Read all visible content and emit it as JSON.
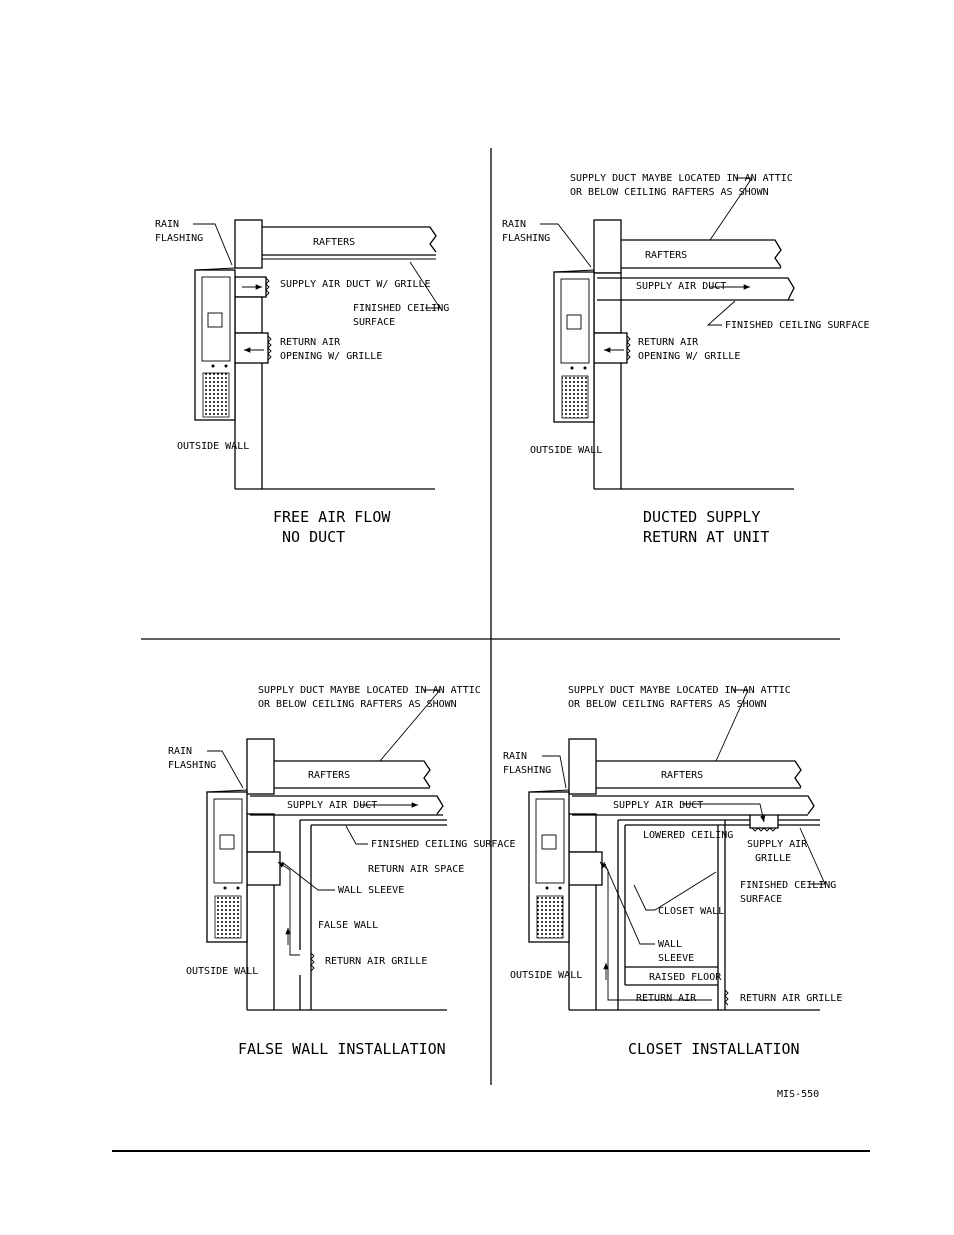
{
  "panels": {
    "p1": {
      "caption_line1": "FREE AIR FLOW",
      "caption_line2": "NO DUCT",
      "rain_flashing_1": "RAIN",
      "rain_flashing_2": "FLASHING",
      "rafters": "RAFTERS",
      "supply": "SUPPLY AIR DUCT W/ GRILLE",
      "finished_1": "FINISHED CEILING",
      "finished_2": "SURFACE",
      "return_1": "RETURN AIR",
      "return_2": "OPENING W/ GRILLE",
      "outside_wall": "OUTSIDE WALL"
    },
    "p2": {
      "caption_line1": "DUCTED SUPPLY",
      "caption_line2": "RETURN AT UNIT",
      "note_1": "SUPPLY DUCT MAYBE LOCATED IN AN ATTIC",
      "note_2": "OR BELOW CEILING RAFTERS AS SHOWN",
      "rain_flashing_1": "RAIN",
      "rain_flashing_2": "FLASHING",
      "rafters": "RAFTERS",
      "supply": "SUPPLY AIR DUCT",
      "finished": "FINISHED CEILING SURFACE",
      "return_1": "RETURN AIR",
      "return_2": "OPENING W/ GRILLE",
      "outside_wall": "OUTSIDE WALL"
    },
    "p3": {
      "caption": "FALSE WALL INSTALLATION",
      "note_1": "SUPPLY DUCT MAYBE LOCATED IN AN ATTIC",
      "note_2": "OR BELOW CEILING RAFTERS AS SHOWN",
      "rain_flashing_1": "RAIN",
      "rain_flashing_2": "FLASHING",
      "rafters": "RAFTERS",
      "supply": "SUPPLY AIR DUCT",
      "finished": "FINISHED CEILING SURFACE",
      "return_space": "RETURN AIR SPACE",
      "wall_sleeve": "WALL SLEEVE",
      "false_wall": "FALSE WALL",
      "return_grille": "RETURN AIR GRILLE",
      "outside_wall": "OUTSIDE WALL"
    },
    "p4": {
      "caption": "CLOSET INSTALLATION",
      "note_1": "SUPPLY DUCT MAYBE LOCATED IN AN ATTIC",
      "note_2": "OR BELOW CEILING RAFTERS AS SHOWN",
      "rain_flashing_1": "RAIN",
      "rain_flashing_2": "FLASHING",
      "rafters": "RAFTERS",
      "supply": "SUPPLY AIR DUCT",
      "lowered": "LOWERED CEILING",
      "supply_grille_1": "SUPPLY AIR",
      "supply_grille_2": "GRILLE",
      "finished_1": "FINISHED CEILING",
      "finished_2": "SURFACE",
      "closet_wall": "CLOSET WALL",
      "wall_sleeve_1": "WALL",
      "wall_sleeve_2": "SLEEVE",
      "raised_floor": "RAISED FLOOR",
      "return_air": "RETURN AIR",
      "return_grille": "RETURN AIR GRILLE",
      "outside_wall": "OUTSIDE WALL"
    }
  },
  "drawing_number": "MIS-550"
}
